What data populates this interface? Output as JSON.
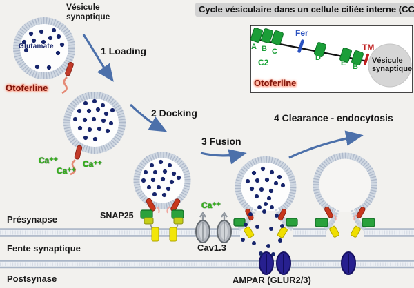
{
  "title": "Cycle vésiculaire dans un cellule ciliée interne (CCI",
  "labels": {
    "vesicule_synaptique": "Vésicule synaptique",
    "otoferline": "Otoferline",
    "glutamate": "Glutamate",
    "ca": "Ca⁺⁺"
  },
  "steps": {
    "s1": "1 Loading",
    "s2": "2 Docking",
    "s3": "3 Fusion",
    "s4": "4 Clearance - endocytosis"
  },
  "zones": {
    "presynapse": "Présynapse",
    "cleft": "Fente synaptique",
    "postsynapse": "Postsynase"
  },
  "proteins": {
    "snap25": "SNAP25",
    "cav13": "Cav1.3",
    "ampar": "AMPAR (GLUR2/3)"
  },
  "inset": {
    "otoferline": "Otoferline",
    "vesicle": "Vésicule synaptique",
    "fer": "Fer",
    "tm": "TM",
    "c2": "C2",
    "domains": [
      "A",
      "B",
      "C",
      "D",
      "E",
      "B"
    ]
  },
  "colors": {
    "background": "#f2f1ee",
    "title_highlight": "#d2d2d2",
    "vesicle_ring": "#d0d8e2",
    "glutamate_dot": "#16246b",
    "otoferlin_red": "#c23a28",
    "otoferline_glow": "#ff9b82",
    "ca_green": "#35b41a",
    "snare_green": "#2aa13c",
    "syntaxin_yellow": "#f2e60a",
    "arrow_blue": "#4c70aa",
    "cav_gray": "#b2b6bd",
    "ampar_navy": "#27208f",
    "fer_blue": "#2b52c0",
    "tm_red": "#c01f1f"
  }
}
